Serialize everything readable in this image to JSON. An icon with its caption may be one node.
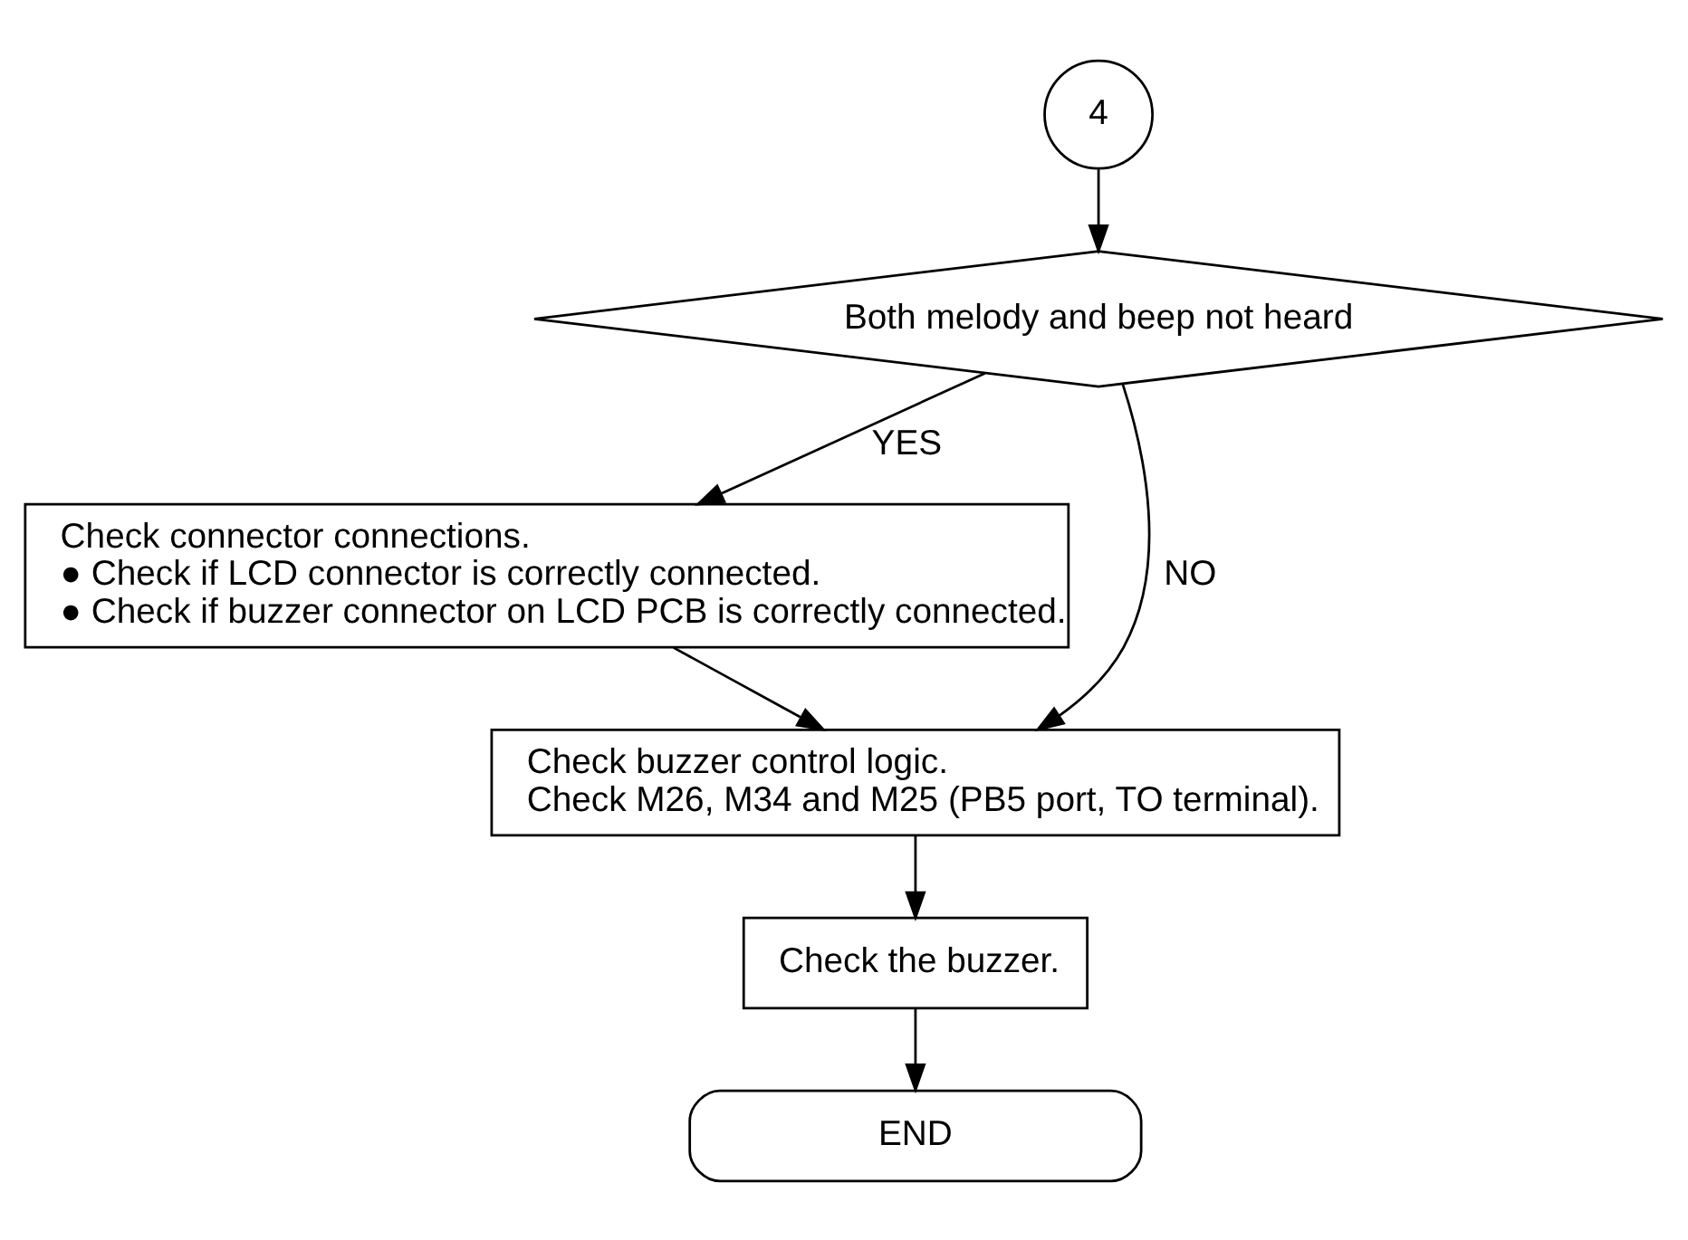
{
  "diagram": {
    "nodes": [
      {
        "text": [
          "4"
        ]
      },
      {
        "text": [
          "Both melody and beep not heard"
        ]
      },
      {
        "text": [
          "Check connector connections.",
          "● Check if LCD connector is correctly connected.",
          "● Check if buzzer connector on LCD PCB is correctly connected."
        ]
      },
      {
        "text": [
          "Check buzzer control logic.",
          "Check M26, M34 and M25 (PB5 port, TO terminal)."
        ]
      },
      {
        "text": [
          "Check the buzzer."
        ]
      },
      {
        "text": [
          "END"
        ]
      }
    ],
    "edges": [
      {
        "from": 0,
        "to": 1,
        "arrow": "to"
      },
      {
        "from": 1,
        "to": 2,
        "arrow": "to",
        "label": "YES"
      },
      {
        "from": 2,
        "to": 3,
        "arrow": "to"
      },
      {
        "from": 1,
        "to": 3,
        "arrow": "to",
        "label": "NO"
      },
      {
        "from": 3,
        "to": 4,
        "arrow": "to"
      },
      {
        "from": 4,
        "to": 5,
        "arrow": "to"
      }
    ]
  }
}
